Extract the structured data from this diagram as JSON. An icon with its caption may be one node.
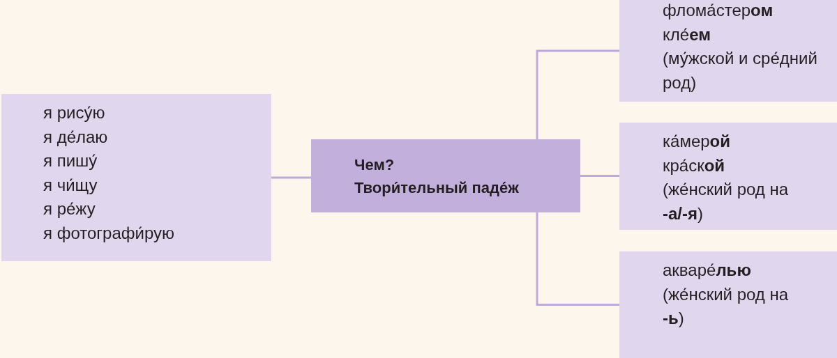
{
  "diagram": {
    "nodes": [
      {
        "text": [
          "я рису́ю",
          "я де́лаю",
          "я пишу́",
          "я чи́щу",
          "я ре́жу",
          "я фотографи́рую"
        ]
      },
      {
        "text": [
          "Чем?",
          "Твори́тельный паде́ж"
        ]
      },
      {
        "text": [
          "флома́стер**ом**",
          "кле́**ем**",
          "(му́жской и сре́дний род)"
        ]
      },
      {
        "text": [
          "ка́мер**ой**",
          "кра́ск**ой**",
          "(же́нский род на **-а/-я**)"
        ]
      },
      {
        "text": [
          "акваре́**лью**",
          "(же́нский род на **-ь**)"
        ]
      }
    ],
    "edges": [
      {
        "from": 0,
        "to": 1,
        "arrow": "none"
      },
      {
        "from": 1,
        "to": 2,
        "arrow": "none"
      },
      {
        "from": 1,
        "to": 3,
        "arrow": "none"
      },
      {
        "from": 1,
        "to": 4,
        "arrow": "none"
      }
    ]
  }
}
